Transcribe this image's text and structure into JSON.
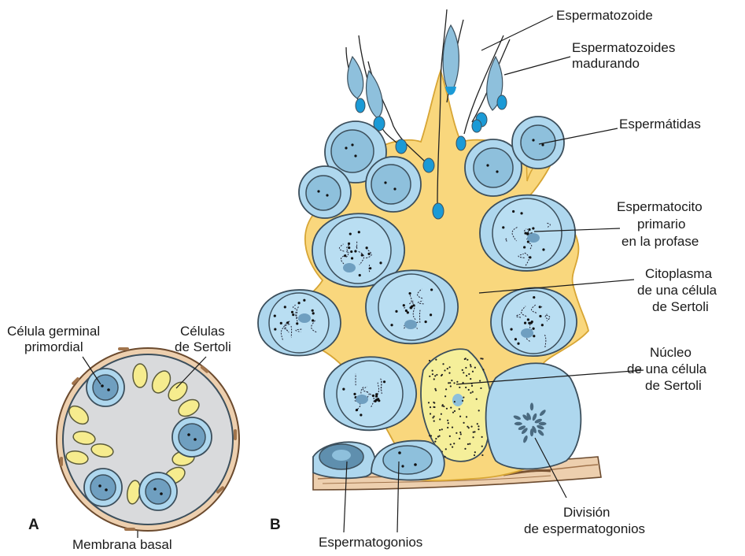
{
  "colors": {
    "sertoli_cytoplasm": "#f9d77d",
    "sertoli_outline": "#d7a534",
    "cell_fill": "#aed7ee",
    "cell_outline": "#3c4f5c",
    "nucleus_fill": "#8ec0dc",
    "nucleolus": "#6f9fc0",
    "sertoli_nucleus": "#f5ef9a",
    "acrosome_blue": "#1b9ad6",
    "lumen_grey": "#d9dadc",
    "basal_membrane": "#edcfae",
    "basal_dark": "#a1744c"
  },
  "panel_a": {
    "letter": "A",
    "labels": {
      "primordial_germ_cell": [
        "Célula germinal",
        "primordial"
      ],
      "sertoli_cells": [
        "Células",
        "de Sertoli"
      ],
      "basal_membrane": "Membrana basal"
    }
  },
  "panel_b": {
    "letter": "B",
    "labels": {
      "spermatozoon": "Espermatozoide",
      "maturing_spermatozoa": [
        "Espermatozoides",
        "madurando"
      ],
      "spermatids": "Espermátidas",
      "primary_spermatocyte": [
        "Espermatocito",
        "primario",
        "en la profase"
      ],
      "sertoli_cytoplasm": [
        "Citoplasma",
        "de una célula",
        "de Sertoli"
      ],
      "sertoli_nucleus": [
        "Núcleo",
        "de una célula",
        "de Sertoli"
      ],
      "spermatogonia": "Espermatogonios",
      "spermatogonia_division": [
        "División",
        "de espermatogonios"
      ]
    }
  }
}
